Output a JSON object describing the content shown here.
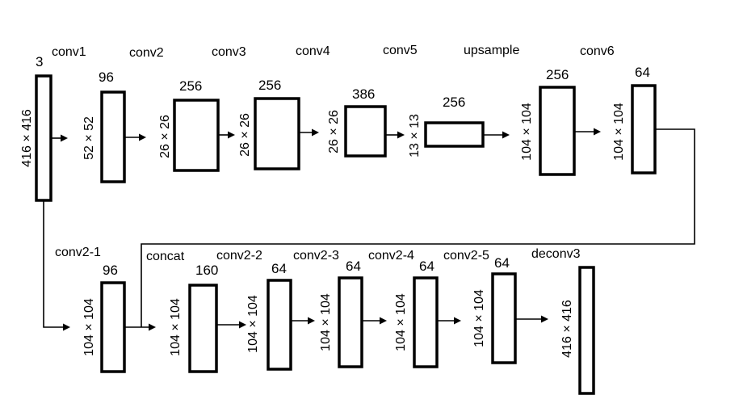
{
  "layers": {
    "conv1": "conv1",
    "conv2": "conv2",
    "conv3": "conv3",
    "conv4": "conv4",
    "conv5": "conv5",
    "upsample": "upsample",
    "conv6": "conv6",
    "conv2_1": "conv2-1",
    "concat": "concat",
    "conv2_2": "conv2-2",
    "conv2_3": "conv2-3",
    "conv2_4": "conv2-4",
    "conv2_5": "conv2-5",
    "deconv3": "deconv3"
  },
  "channels": {
    "input": "3",
    "conv1": "96",
    "conv2": "256",
    "conv3": "256",
    "conv4": "386",
    "conv5": "256",
    "upsample": "256",
    "conv6": "64",
    "conv2_1": "96",
    "concat": "160",
    "conv2_2": "64",
    "conv2_3": "64",
    "conv2_4": "64",
    "conv2_5": "64"
  },
  "dims": {
    "input": "416 × 416",
    "conv1": "52 × 52",
    "conv2": "26 × 26",
    "conv3": "26 × 26",
    "conv4": "26 × 26",
    "conv5": "13 × 13",
    "upsample": "104 × 104",
    "conv6": "104 × 104",
    "conv2_1": "104 × 104",
    "concat": "104 × 104",
    "conv2_2": "104 × 104",
    "conv2_3": "104 × 104",
    "conv2_4": "104 × 104",
    "conv2_5": "104 × 104",
    "deconv3": "416 × 416"
  }
}
